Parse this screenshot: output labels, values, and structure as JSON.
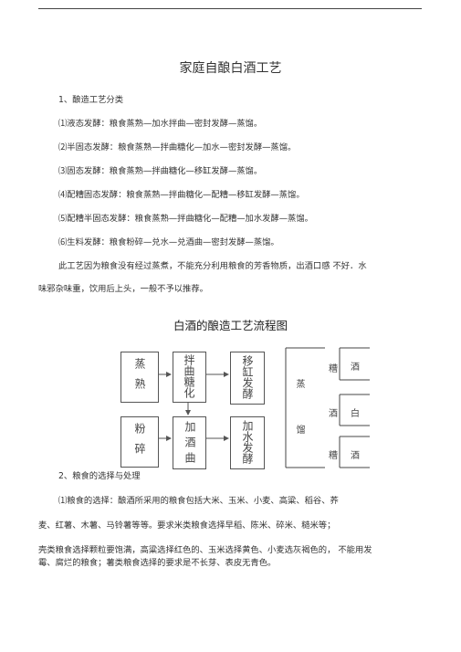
{
  "title": "家庭自酿白酒工艺",
  "section1": {
    "heading": "1、酿造工艺分类",
    "items": [
      "⑴液态发酵：粮食蒸熟—加水拌曲—密封发酵—蒸馏。",
      "⑵半固态发酵：粮食蒸熟—拌曲糖化—加水—密封发酵—蒸馏。",
      "⑶固态发酵：粮食蒸熟—拌曲糖化—移缸发酵—蒸馏。",
      "⑷配糟固态发酵：粮食蒸熟—拌曲糖化—配糟—移缸发酵—蒸馏。",
      "⑸配糟半固态发酵：粮食蒸熟—拌曲糖化—配糟—加水发酵—蒸馏。",
      "⑹生料发酵：粮食粉碎—兑水—兑酒曲—密封发酵—蒸馏。"
    ],
    "note_line1": "此工艺因为粮食没有经过蒸煮，不能充分利用粮食的芳香物质，出酒口感 不好．水",
    "note_line2": "味邪杂味重，饮用后上头，一般不予以推荐。"
  },
  "flowchart": {
    "title": "白酒的酿造工艺流程图",
    "boxes": {
      "steam": "蒸熟",
      "mix_saccharify": "拌曲糖化",
      "transfer_ferment": "移缸发酵",
      "crush": "粉碎",
      "add_yeast": "加酒曲",
      "water_ferment": "加水发酵"
    },
    "distill": "蒸馏",
    "outputs": {
      "top": [
        "糟",
        "酒"
      ],
      "middle": [
        "酒",
        "白"
      ],
      "bottom": [
        "糟",
        "酒"
      ]
    }
  },
  "section2": {
    "heading": "2、粮食的选择与处理",
    "line1": "⑴粮食的选择：酿酒所采用的粮食包括大米、玉米、小麦、高粱、稻谷、荞",
    "line2": "麦、红薯、木薯、马铃薯等等。要求米类粮食选择早稻、陈米、碎米、糙米等；",
    "line3": "壳类粮食选择颗粒要饱满，高粱选择红色的、玉米选择黄色、小麦选灰褐色的， 不能用发",
    "line4": "霉、腐烂的粮食；薯类粮食选择的要求是不长芽、表皮无青色。"
  }
}
